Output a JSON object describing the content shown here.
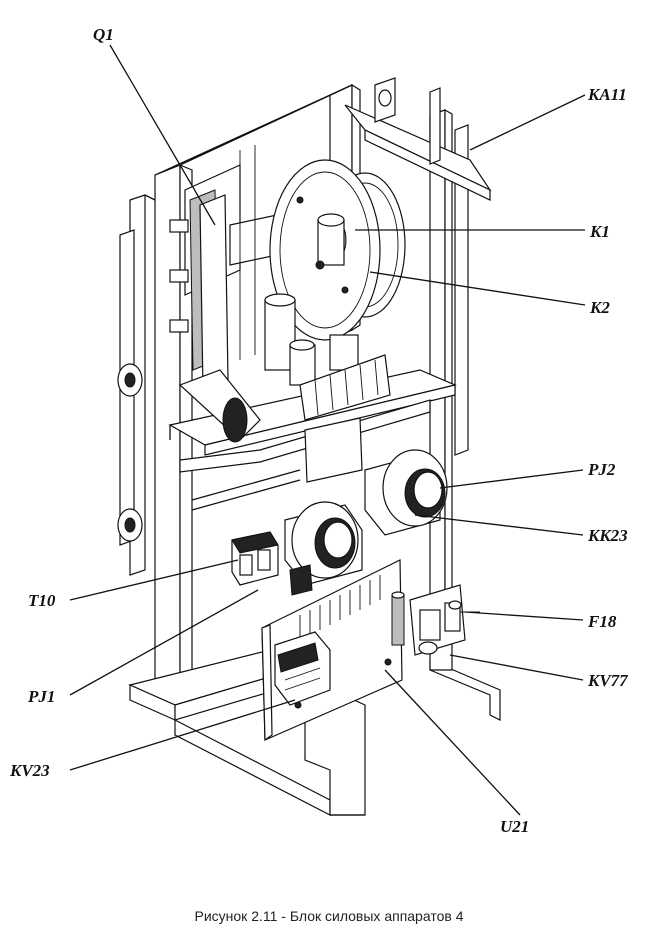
{
  "caption": "Рисунок 2.11 - Блок силовых аппаратов 4",
  "labels": {
    "q1": "Q1",
    "ka11": "KA11",
    "k1": "K1",
    "k2": "K2",
    "pj2": "PJ2",
    "kk23": "KK23",
    "t10": "T10",
    "f18": "F18",
    "pj1": "PJ1",
    "kv77": "KV77",
    "kv23": "KV23",
    "u21": "U21"
  }
}
